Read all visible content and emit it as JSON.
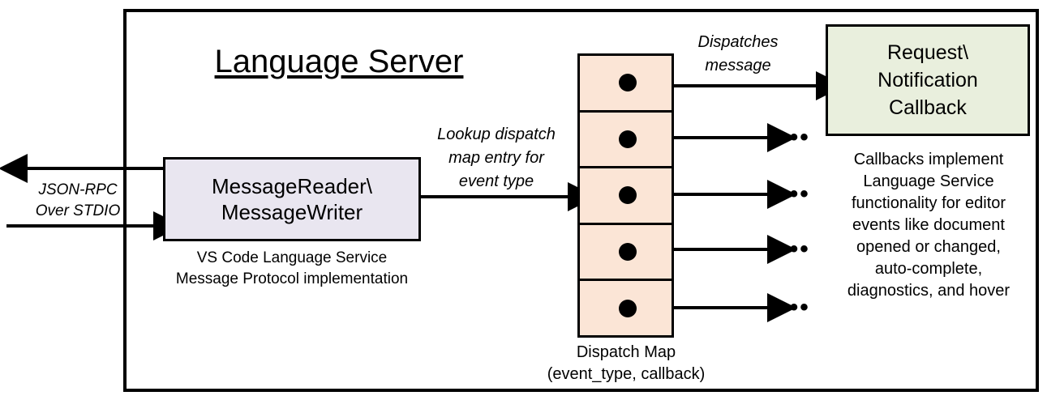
{
  "diagram": {
    "title": "Language Server",
    "frame_label": "language-server-boundary",
    "colors": {
      "reader_fill": "#E9E6F0",
      "dispatch_fill": "#FBE5D6",
      "callback_fill": "#E9EFDD",
      "stroke": "#000000",
      "background": "#FFFFFF"
    }
  },
  "external": {
    "transport_label_line1": "JSON-RPC",
    "transport_label_line2": "Over STDIO"
  },
  "reader": {
    "box_line1": "MessageReader\\",
    "box_line2": "MessageWriter",
    "caption_line1": "VS Code Language Service",
    "caption_line2": "Message Protocol implementation"
  },
  "lookup": {
    "label_line1": "Lookup dispatch",
    "label_line2": "map entry for",
    "label_line3": "event type"
  },
  "dispatch_map": {
    "caption_line1": "Dispatch Map",
    "caption_line2": "(event_type, callback)",
    "rows": [
      {
        "id": "row-1",
        "dot": "callback-dot"
      },
      {
        "id": "row-2",
        "dot": "callback-dot"
      },
      {
        "id": "row-3",
        "dot": "callback-dot"
      },
      {
        "id": "row-4",
        "dot": "callback-dot"
      },
      {
        "id": "row-5",
        "dot": "callback-dot"
      }
    ]
  },
  "dispatch": {
    "label_line1": "Dispatches",
    "label_line2": "message"
  },
  "callback": {
    "box_line1": "Request\\",
    "box_line2": "Notification",
    "box_line3": "Callback",
    "caption_line1": "Callbacks implement",
    "caption_line2": "Language Service",
    "caption_line3": "functionality for editor",
    "caption_line4": "events like document",
    "caption_line5": "opened or changed,",
    "caption_line6": "auto-complete,",
    "caption_line7": "diagnostics, and hover"
  },
  "ellipses": {
    "glyph": "•••",
    "items": [
      {
        "id": "ellipsis-row-2"
      },
      {
        "id": "ellipsis-row-3"
      },
      {
        "id": "ellipsis-row-4"
      },
      {
        "id": "ellipsis-row-5"
      }
    ]
  }
}
